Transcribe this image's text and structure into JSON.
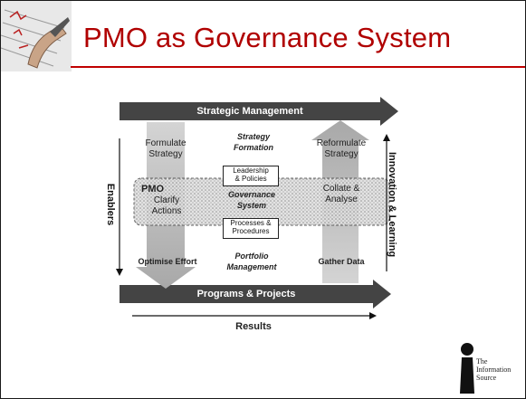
{
  "slide": {
    "title": "PMO as Governance System"
  },
  "diagram": {
    "top_bar": "Strategic Management",
    "bottom_bar": "Programs & Projects",
    "results": "Results",
    "left_axis": "Enablers",
    "right_axis": "Innovation & Learning",
    "pmo": "PMO",
    "left_top": "Formulate\nStrategy",
    "left_mid": "Clarify\nActions",
    "left_bottom": "Optimise Effort",
    "right_top": "Reformulate\nStrategy",
    "right_mid": "Collate &\nAnalyse",
    "right_bottom": "Gather Data",
    "center_top": "Strategy\nFormation",
    "center_box1": "Leadership\n& Policies",
    "center_mid": "Governance\nSystem",
    "center_box2": "Processes &\nProcedures",
    "center_bottom": "Portfolio\nManagement"
  },
  "logo": {
    "line1": "The",
    "line2": "Information",
    "line3": "Source"
  },
  "colors": {
    "accent": "#b00000",
    "bar": "#444444",
    "arrow": "#b8b8b8"
  }
}
